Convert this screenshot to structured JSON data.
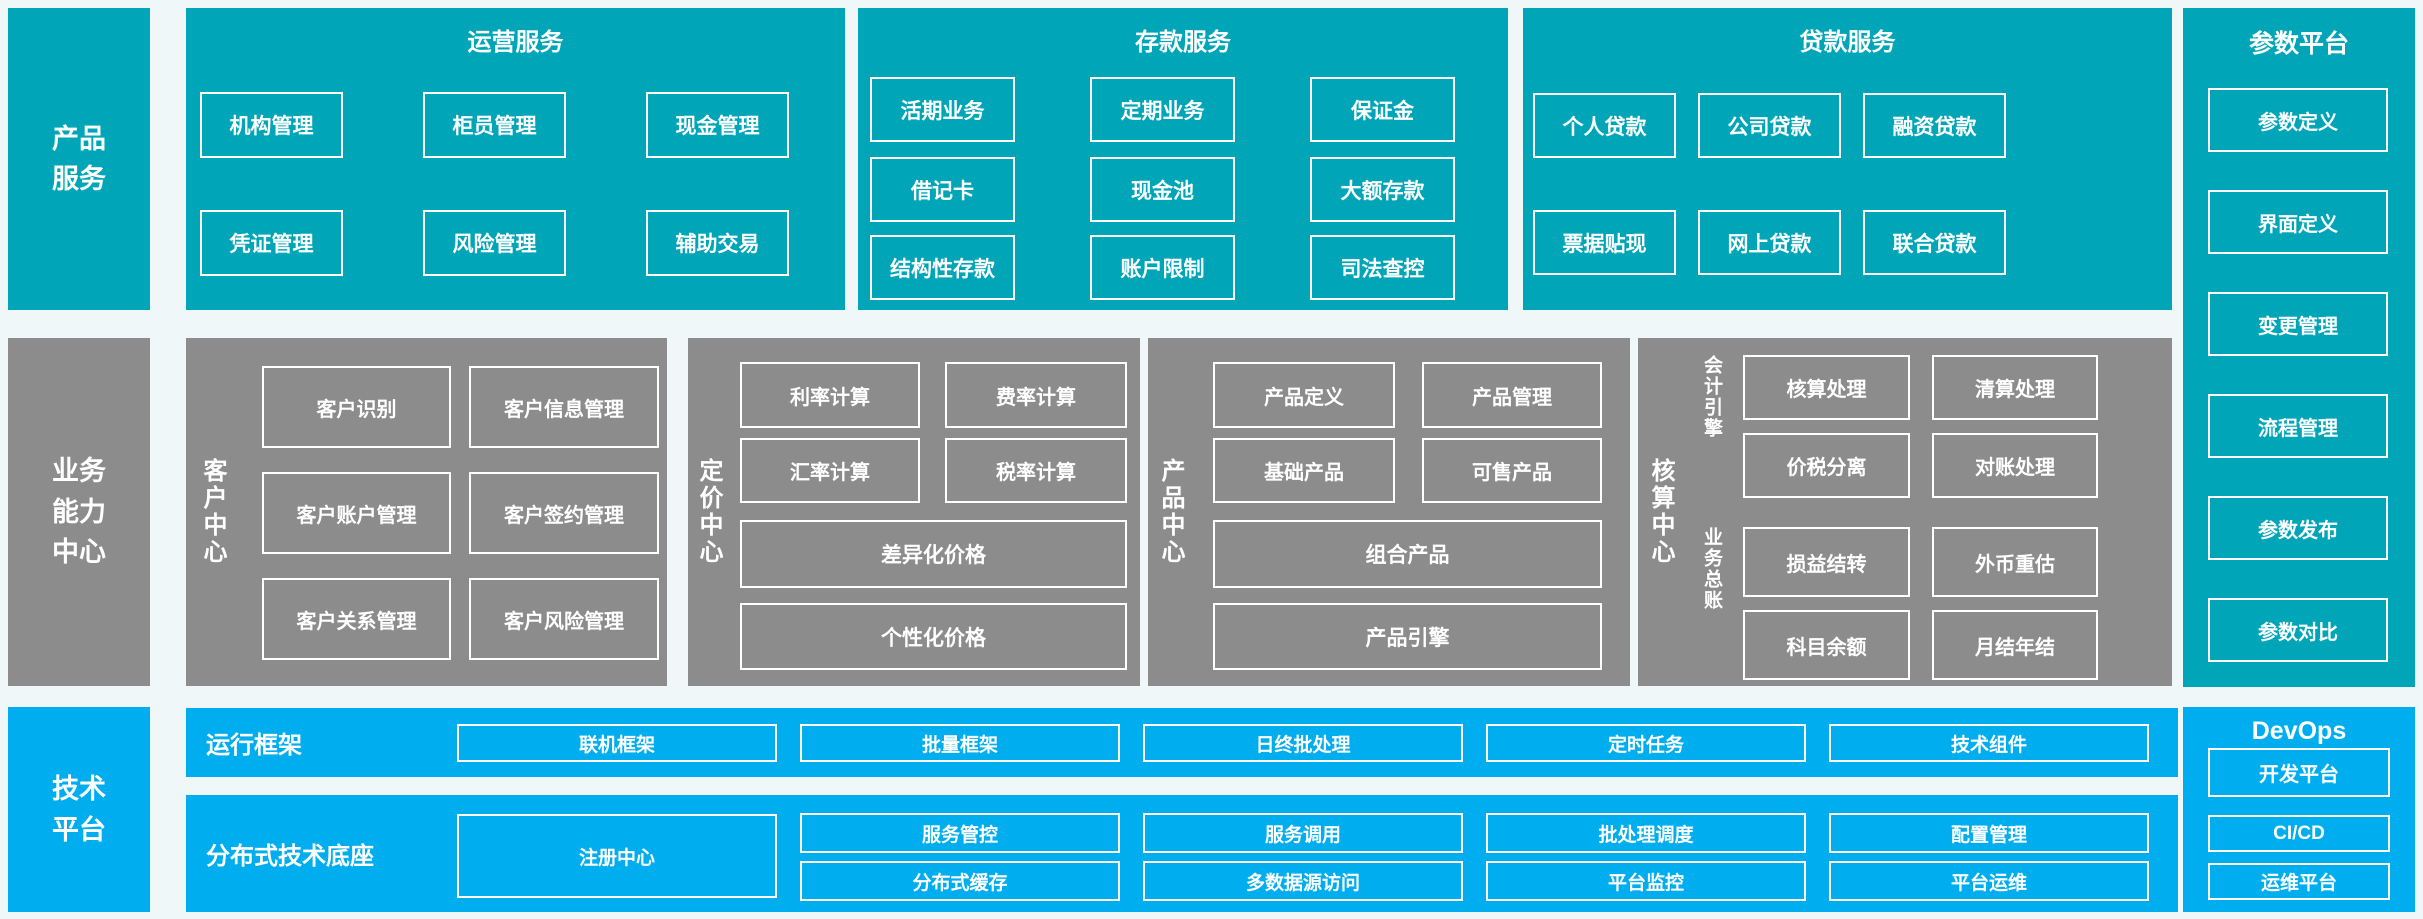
{
  "colors": {
    "teal": "#00A5B8",
    "blue": "#00AEEF",
    "gray": "#8C8C8C",
    "background": "#F0F7F9",
    "box_border": "#FFFFFF",
    "text": "#FFFFFF"
  },
  "left_labels": {
    "product": [
      "产品",
      "服务"
    ],
    "business": [
      "业务",
      "能力",
      "中心"
    ],
    "tech": [
      "技术",
      "平台"
    ]
  },
  "operations": {
    "title": "运营服务",
    "items": [
      "机构管理",
      "柜员管理",
      "现金管理",
      "凭证管理",
      "风险管理",
      "辅助交易"
    ]
  },
  "deposit": {
    "title": "存款服务",
    "items": [
      "活期业务",
      "定期业务",
      "保证金",
      "借记卡",
      "现金池",
      "大额存款",
      "结构性存款",
      "账户限制",
      "司法查控"
    ]
  },
  "loan": {
    "title": "贷款服务",
    "items": [
      "个人贷款",
      "公司贷款",
      "融资贷款",
      "票据贴现",
      "网上贷款",
      "联合贷款"
    ]
  },
  "params": {
    "title": "参数平台",
    "items": [
      "参数定义",
      "界面定义",
      "变更管理",
      "流程管理",
      "参数发布",
      "参数对比"
    ]
  },
  "customer": {
    "title": "客户中心",
    "items": [
      "客户识别",
      "客户信息管理",
      "客户账户管理",
      "客户签约管理",
      "客户关系管理",
      "客户风险管理"
    ]
  },
  "pricing": {
    "title": "定价中心",
    "items": [
      "利率计算",
      "费率计算",
      "汇率计算",
      "税率计算"
    ],
    "wide": [
      "差异化价格",
      "个性化价格"
    ]
  },
  "product_center": {
    "title": "产品中心",
    "items": [
      "产品定义",
      "产品管理",
      "基础产品",
      "可售产品"
    ],
    "wide": [
      "组合产品",
      "产品引擎"
    ]
  },
  "accounting": {
    "title": "核算中心",
    "group1": {
      "label": "会计引擎",
      "items": [
        "核算处理",
        "清算处理",
        "价税分离",
        "对账处理"
      ]
    },
    "group2": {
      "label": "业务总账",
      "items": [
        "损益结转",
        "外币重估",
        "科目余额",
        "月结年结"
      ]
    }
  },
  "runtime": {
    "label": "运行框架",
    "items": [
      "联机框架",
      "批量框架",
      "日终批处理",
      "定时任务",
      "技术组件"
    ]
  },
  "distributed": {
    "label": "分布式技术底座",
    "registry": "注册中心",
    "row1": [
      "服务管控",
      "服务调用",
      "批处理调度",
      "配置管理"
    ],
    "row2": [
      "分布式缓存",
      "多数据源访问",
      "平台监控",
      "平台运维"
    ]
  },
  "devops": {
    "title": "DevOps",
    "items": [
      "开发平台",
      "CI/CD",
      "运维平台"
    ]
  }
}
